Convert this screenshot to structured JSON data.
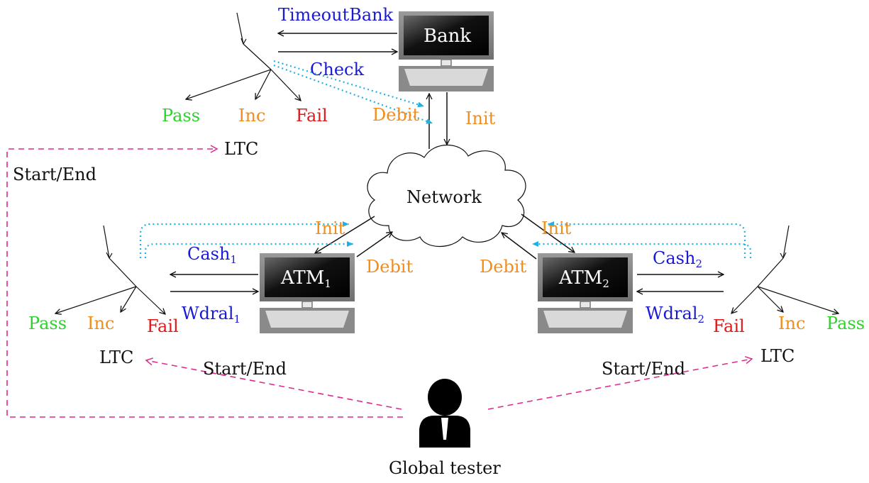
{
  "bank": {
    "name": "Bank"
  },
  "atm1": {
    "name": "ATM",
    "sub": "1"
  },
  "atm2": {
    "name": "ATM",
    "sub": "2"
  },
  "network": {
    "label": "Network"
  },
  "global_tester": {
    "label": "Global tester"
  },
  "messages": {
    "timeout_bank": "TimeoutBank",
    "check": "Check",
    "debit": "Debit",
    "init": "Init",
    "cash": "Cash",
    "wdral": "Wdral",
    "sub1": "1",
    "sub2": "2",
    "start_end": "Start/End"
  },
  "verdicts": {
    "pass": "Pass",
    "inc": "Inc",
    "fail": "Fail"
  },
  "ltc": {
    "label": "LTC"
  },
  "colors": {
    "message": "#1a1ad6",
    "network_msg": "#f28c1c",
    "pass": "#2ed12e",
    "inc": "#f28c1c",
    "fail": "#e01818",
    "dotted": "#22b0e0",
    "dashed": "#e0288c"
  },
  "icons": [
    "computer-icon",
    "cloud-icon",
    "person-icon"
  ]
}
